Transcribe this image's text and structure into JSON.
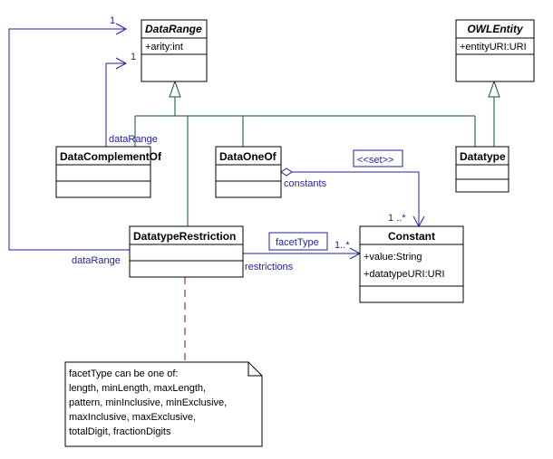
{
  "classes": {
    "data_range": {
      "name": "DataRange",
      "attribute": "+arity:int"
    },
    "owl_entity": {
      "name": "OWLEntity",
      "attribute": "+entityURI:URI"
    },
    "data_complement_of": {
      "name": "DataComplementOf"
    },
    "data_one_of": {
      "name": "DataOneOf"
    },
    "datatype": {
      "name": "Datatype"
    },
    "datatype_restriction": {
      "name": "DatatypeRestriction"
    },
    "constant": {
      "name": "Constant",
      "attributes": [
        "+value:String",
        "+datatypeURI:URI"
      ]
    }
  },
  "labels": {
    "multiplicity_one_top": "1",
    "multiplicity_one_complement": "1",
    "data_range_complement": "dataRange",
    "data_range_restriction": "dataRange",
    "constants": "constants",
    "set_stereotype": "<<set>>",
    "multiplicity_many_constants": "1 ..*",
    "facet_type_qualifier": "facetType",
    "multiplicity_many_restrictions": "1..*",
    "restrictions": "restrictions"
  },
  "note": {
    "lines": [
      "facetType can be one of:",
      "length, minLength, maxLength,",
      "pattern, minInclusive, minExclusive,",
      "maxInclusive, maxExclusive,",
      "totalDigit, fractionDigits"
    ]
  },
  "colors": {
    "association_line": "#1f1fa8",
    "generalization_line": "#0e4a4a",
    "note_link": "#800040",
    "class_border": "#000000"
  }
}
